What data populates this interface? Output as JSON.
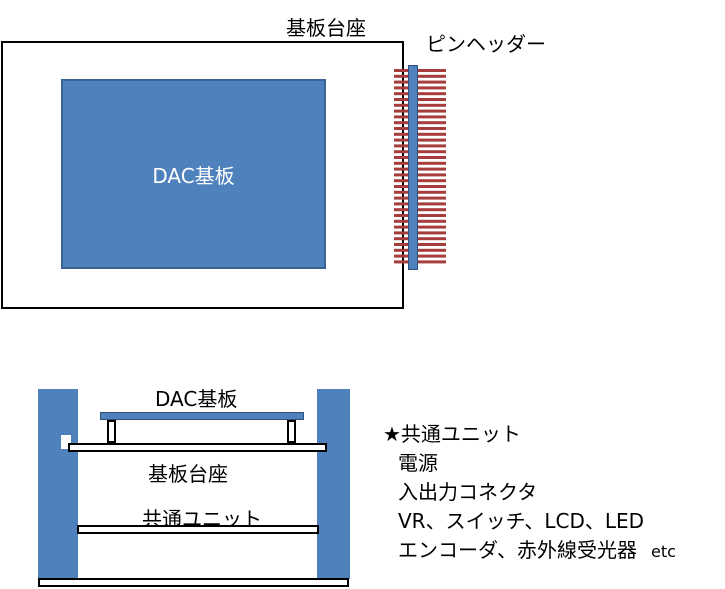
{
  "top_view": {
    "base_label": "基板台座",
    "dac_label": "DAC基板",
    "pin_header_label": "ピンヘッダー"
  },
  "side_view": {
    "dac_label": "DAC基板",
    "base_label": "基板台座",
    "common_unit_label": "共通ユニット"
  },
  "common_unit_list": {
    "title": "★共通ユニット",
    "items": [
      "電源",
      "入出力コネクタ",
      "VR、スイッチ、LCD、LED",
      "エンコーダ、赤外線受光器"
    ],
    "etc": "etc"
  },
  "colors": {
    "board_blue": "#4f81bd",
    "pin_red": "#a63c3c",
    "outline": "#000000"
  }
}
